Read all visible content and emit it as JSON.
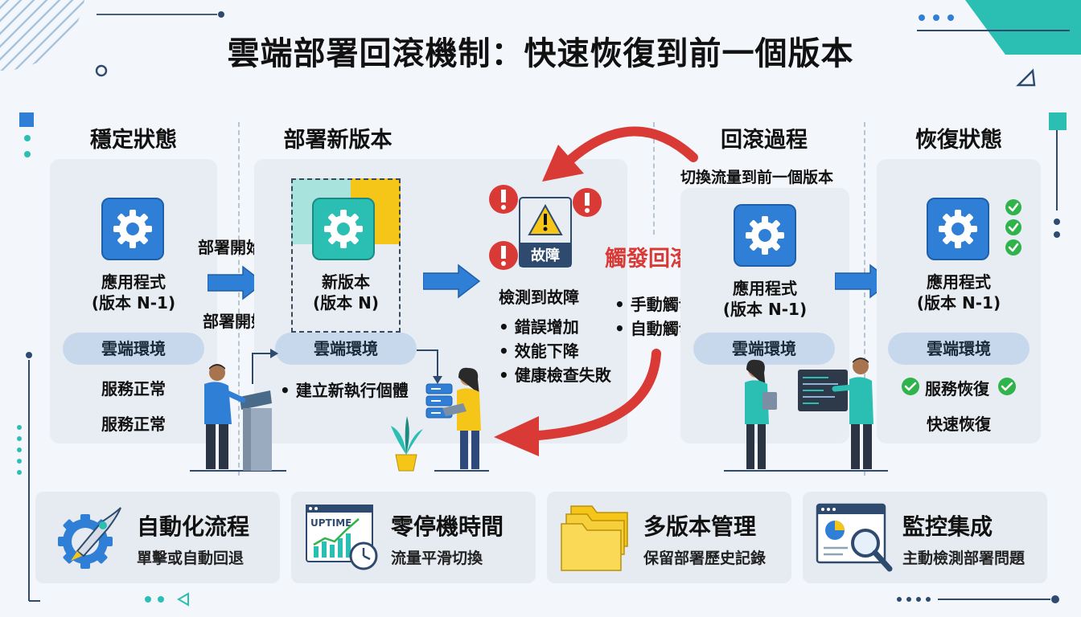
{
  "title": "雲端部署回滾機制：快速恢復到前一個版本",
  "stages": {
    "stable": {
      "title": "穩定狀態",
      "app_name": "應用程式",
      "app_version": "(版本 N-1)",
      "env": "雲端環境",
      "status1": "服務正常",
      "status2": "服務正常"
    },
    "deploy": {
      "title": "部署新版本",
      "arrow_label_top": "部署開始",
      "arrow_label_bottom": "部署開始",
      "app_name": "新版本",
      "app_version": "(版本 N)",
      "env": "雲端環境",
      "step": "• 建立新執行個體"
    },
    "failure": {
      "badge": "故障",
      "detected": "檢測到故障",
      "bullets": [
        "• 錯誤增加",
        "• 效能下降",
        "• 健康檢查失敗"
      ]
    },
    "trigger": {
      "label": "觸發回滾",
      "bullets": [
        "• 手動觸發",
        "• 自動觸發"
      ]
    },
    "rollback": {
      "title": "回滾過程",
      "subtitle": "切換流量到前一個版本",
      "app_name": "應用程式",
      "app_version": "(版本 N-1)",
      "env": "雲端環境"
    },
    "recovered": {
      "title": "恢復狀態",
      "app_name": "應用程式",
      "app_version": "(版本 N-1)",
      "env": "雲端環境",
      "status1": "服務恢復",
      "status2": "快速恢復"
    }
  },
  "features": [
    {
      "title": "自動化流程",
      "subtitle": "單擊或自動回退",
      "icon": "gear-rocket-icon"
    },
    {
      "title": "零停機時間",
      "subtitle": "流量平滑切換",
      "icon": "uptime-chart-icon",
      "icon_text": "UPTIME"
    },
    {
      "title": "多版本管理",
      "subtitle": "保留部署歷史記錄",
      "icon": "folders-icon"
    },
    {
      "title": "監控集成",
      "subtitle": "主動檢測部署問題",
      "icon": "monitor-search-icon"
    }
  ],
  "colors": {
    "blue": "#2f7fd6",
    "teal": "#2bbfb3",
    "red": "#d93a36",
    "green": "#2fb34a",
    "yellow": "#f5c518"
  }
}
